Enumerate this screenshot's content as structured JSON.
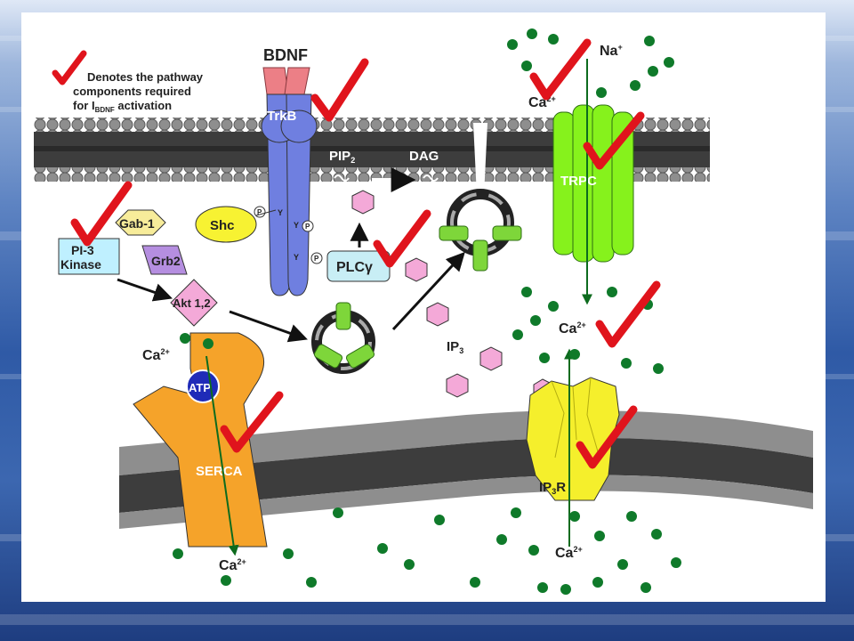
{
  "legend": {
    "line1": "Denotes the pathway",
    "line2": "components required",
    "line3_prefix": "for I",
    "line3_sub": "BDNF",
    "line3_suffix": " activation"
  },
  "labels": {
    "bdnf": "BDNF",
    "trkb": "TrkB",
    "pip2": "PIP",
    "pip2_sub": "2",
    "dag": "DAG",
    "gab1": "Gab-1",
    "grb2": "Grb2",
    "shc": "Shc",
    "pi3_line1": "PI-3",
    "pi3_line2": "Kinase",
    "akt": "Akt 1,2",
    "plcg": "PLCγ",
    "trpc": "TRPC",
    "na": "Na",
    "na_sup": "+",
    "ca": "Ca",
    "ca_sup": "2+",
    "ip3": "IP",
    "ip3_sub": "3",
    "atp": "ATP",
    "serca": "SERCA",
    "ip3r": "IP",
    "ip3r_sub": "3",
    "ip3r_suffix": "R",
    "p": "P",
    "y": "Y"
  },
  "colors": {
    "check": "#e0141c",
    "calcium": "#0f7a2a",
    "membrane_dark": "#4a4a4a",
    "membrane_light": "#9a9a9a",
    "trkb": "#6f7fe0",
    "trpc": "#86f21c",
    "channel": "#7ed63a",
    "serca": "#f5a32a",
    "ip3r": "#f5ef2c",
    "pink": "#f4a9d8",
    "bdnf": "#ec7f86",
    "atp": "#1f2bb8"
  }
}
